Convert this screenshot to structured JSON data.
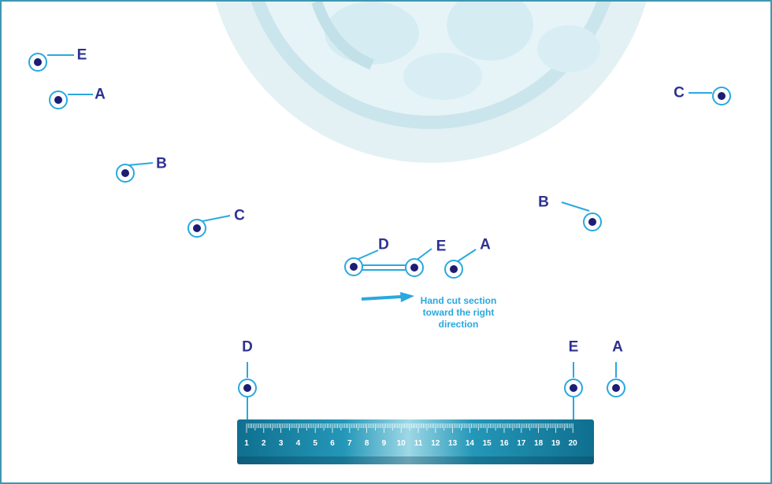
{
  "labels": {
    "top_left_e": "E",
    "top_left_a": "A",
    "top_right_c": "C",
    "left_b": "B",
    "left_c": "C",
    "right_b": "B",
    "center_d": "D",
    "center_e": "E",
    "center_a": "A",
    "bottom_d": "D",
    "bottom_e": "E",
    "bottom_a": "A"
  },
  "hint": {
    "line1": "Hand cut section",
    "line2": "toward the right",
    "line3": "direction"
  },
  "ruler": {
    "numbers": [
      "1",
      "2",
      "3",
      "4",
      "5",
      "6",
      "7",
      "8",
      "9",
      "10",
      "11",
      "12",
      "13",
      "14",
      "15",
      "16",
      "17",
      "18",
      "19",
      "20"
    ]
  },
  "colors": {
    "marker_ring": "#29a8e0",
    "marker_dot": "#1c1d73",
    "label": "#2e3192",
    "hint": "#29a8e0",
    "frame": "#3f97b0"
  }
}
